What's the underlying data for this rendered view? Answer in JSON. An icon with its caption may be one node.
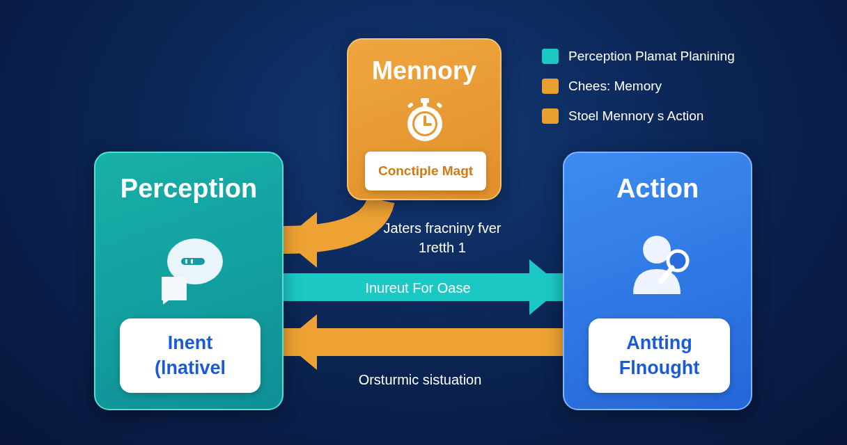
{
  "diagram": {
    "nodes": [
      {
        "text": [
          "Perception"
        ]
      },
      {
        "text": [
          "Inent (lnativel"
        ],
        "in": 0
      },
      {
        "text": [
          "Mennory"
        ]
      },
      {
        "text": [
          "Conctiple Magt"
        ],
        "in": 2
      },
      {
        "text": [
          "Action"
        ]
      },
      {
        "text": [
          "Antting Flnought"
        ],
        "in": 4
      }
    ],
    "edges": [
      {
        "from": 2,
        "to": 0,
        "arrow": "to",
        "label": "Jaters fraсniny fver 1retth 1",
        "color": "#eea233"
      },
      {
        "from": 0,
        "to": 4,
        "arrow": "to",
        "label": "Inureut For Oase",
        "color": "#1cc8c4"
      },
      {
        "from": 4,
        "to": 0,
        "arrow": "to",
        "label": "Orsturmic sistuation",
        "color": "#eea233"
      }
    ],
    "legend": [
      {
        "text": "Perception Plamat Planining",
        "color": "#1cc8c4"
      },
      {
        "text": "Chees: Memory",
        "color": "#e9a030"
      },
      {
        "text": "Stоel Mennory s Action",
        "color": "#e9a030"
      }
    ]
  }
}
